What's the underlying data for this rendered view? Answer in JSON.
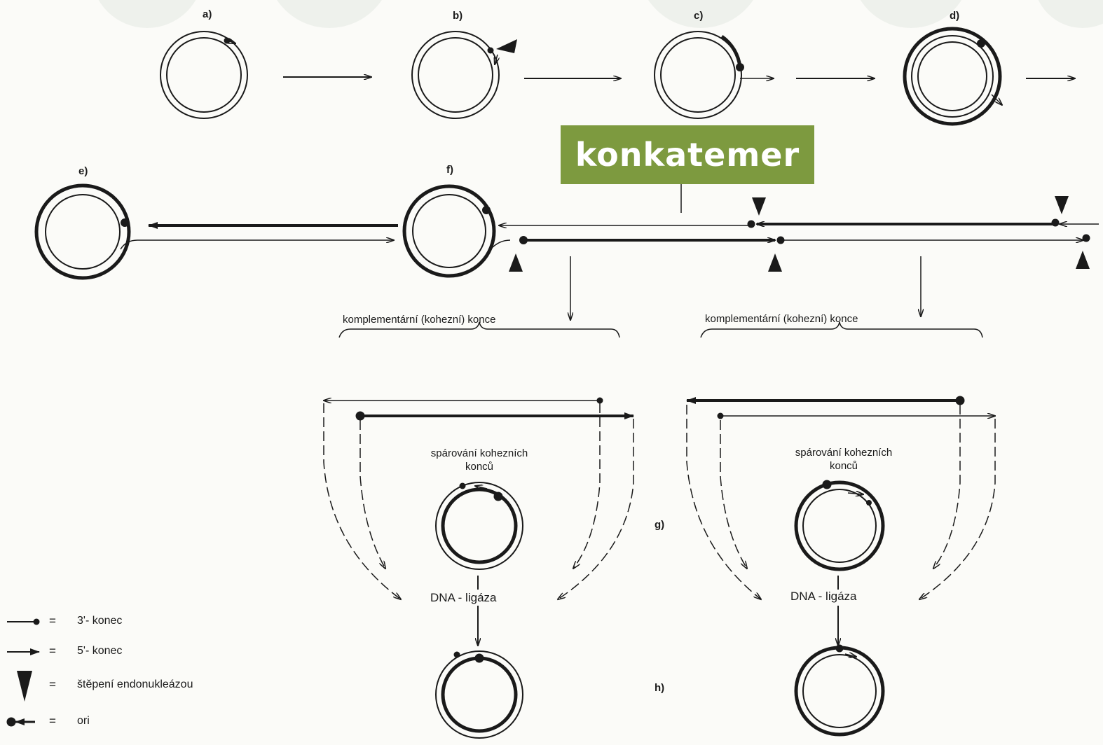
{
  "step_labels": {
    "a": "a)",
    "b": "b)",
    "c": "c)",
    "d": "d)",
    "e": "e)",
    "f": "f)",
    "g": "g)",
    "h": "h)"
  },
  "highlight_label": "konkatemer",
  "brace_labels": {
    "left": "komplementární (kohezní) konce",
    "right": "komplementární (kohezní) konce"
  },
  "pairing_label": {
    "left_line1": "spárování kohezních",
    "left_line2": "konců",
    "right_line1": "spárování kohezních",
    "right_line2": "konců"
  },
  "ligase_label": {
    "left": "DNA - ligáza",
    "right": "DNA - ligáza"
  },
  "legend": {
    "eq": "=",
    "three_prime": "3'- konec",
    "five_prime": "5'- konec",
    "cleavage": "štěpení endonukleázou",
    "ori": "ori"
  },
  "colors": {
    "background": "#fbfbf8",
    "ink": "#1a1a1a",
    "highlight": "#7d9a3f",
    "highlight_text": "#ffffff"
  }
}
